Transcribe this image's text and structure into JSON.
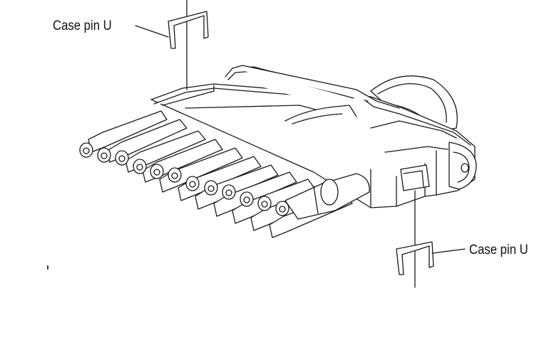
{
  "labels": {
    "top_callout": "Case pin U",
    "bottom_callout": "Case pin U"
  },
  "drawing": {
    "style": "black line-art on white",
    "stroke_color": "#1a1a1a",
    "background_color": "#ffffff",
    "pin_count": 12
  }
}
